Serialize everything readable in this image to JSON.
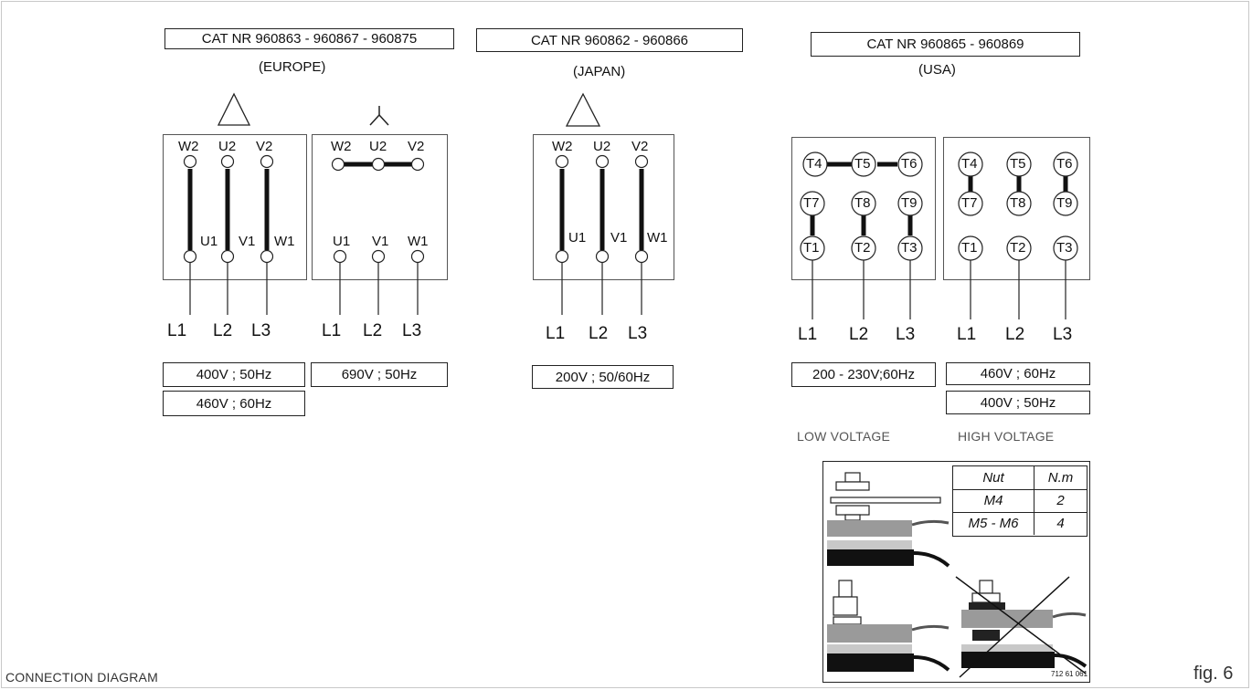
{
  "headers": {
    "europe_cat": "CAT NR 960863 - 960867 - 960875",
    "europe_region": "(EUROPE)",
    "japan_cat": "CAT NR 960862 - 960866",
    "japan_region": "(JAPAN)",
    "usa_cat": "CAT NR 960865 - 960869",
    "usa_region": "(USA)"
  },
  "symbols": {
    "delta": "delta-connection-icon",
    "star": "star-connection-icon"
  },
  "terminals_uvw": {
    "w2": "W2",
    "u2": "U2",
    "v2": "V2",
    "u1": "U1",
    "v1": "V1",
    "w1": "W1"
  },
  "terminals_t": {
    "t1": "T1",
    "t2": "T2",
    "t3": "T3",
    "t4": "T4",
    "t5": "T5",
    "t6": "T6",
    "t7": "T7",
    "t8": "T8",
    "t9": "T9"
  },
  "lines": {
    "l1": "L1",
    "l2": "L2",
    "l3": "L3"
  },
  "ratings": {
    "eu_delta_1": "400V ; 50Hz",
    "eu_delta_2": "460V ; 60Hz",
    "eu_star": "690V ; 50Hz",
    "japan": "200V ; 50/60Hz",
    "usa_low": "200 - 230V;60Hz",
    "usa_high_1": "460V ; 60Hz",
    "usa_high_2": "400V ; 50Hz"
  },
  "voltage_captions": {
    "low": "LOW VOLTAGE",
    "high": "HIGH VOLTAGE"
  },
  "torque_table": {
    "headers": [
      "Nut",
      "N.m"
    ],
    "rows": [
      [
        "M4",
        "2"
      ],
      [
        "M5 - M6",
        "4"
      ]
    ],
    "code": "712 61 061"
  },
  "footer": {
    "title": "CONNECTION DIAGRAM",
    "fig": "fig. 6"
  }
}
